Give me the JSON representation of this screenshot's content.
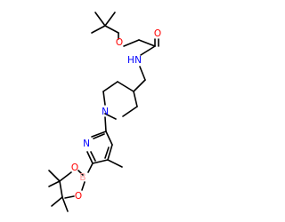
{
  "diagram": {
    "type": "skeletal-structure",
    "colors": {
      "bond": "#000000",
      "oxygen": "#ff0000",
      "nitrogen": "#0000ff",
      "boron": "#ff9999"
    },
    "atom_labels": {
      "ether_o": "O",
      "carbonyl_o": "O",
      "amide_n": "N",
      "amide_h": "H",
      "piperidine_n": "N",
      "pyridine_n": "N",
      "boron": "B",
      "ester_o_top": "O",
      "ester_o_bottom": "O"
    }
  }
}
